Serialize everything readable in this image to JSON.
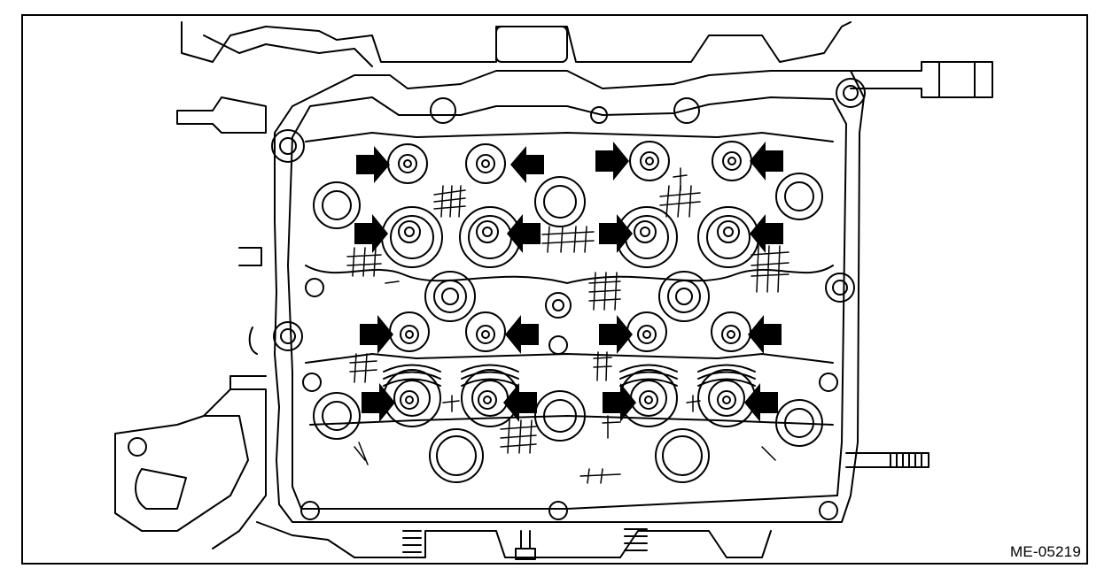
{
  "figure": {
    "id": "ME-05219",
    "colors": {
      "ink": "#000000",
      "paper": "#ffffff"
    },
    "arrow_directions": [
      "right",
      "left",
      "right",
      "left",
      "right",
      "left",
      "right",
      "left",
      "right",
      "left",
      "right",
      "left",
      "right",
      "left",
      "right",
      "left"
    ]
  }
}
